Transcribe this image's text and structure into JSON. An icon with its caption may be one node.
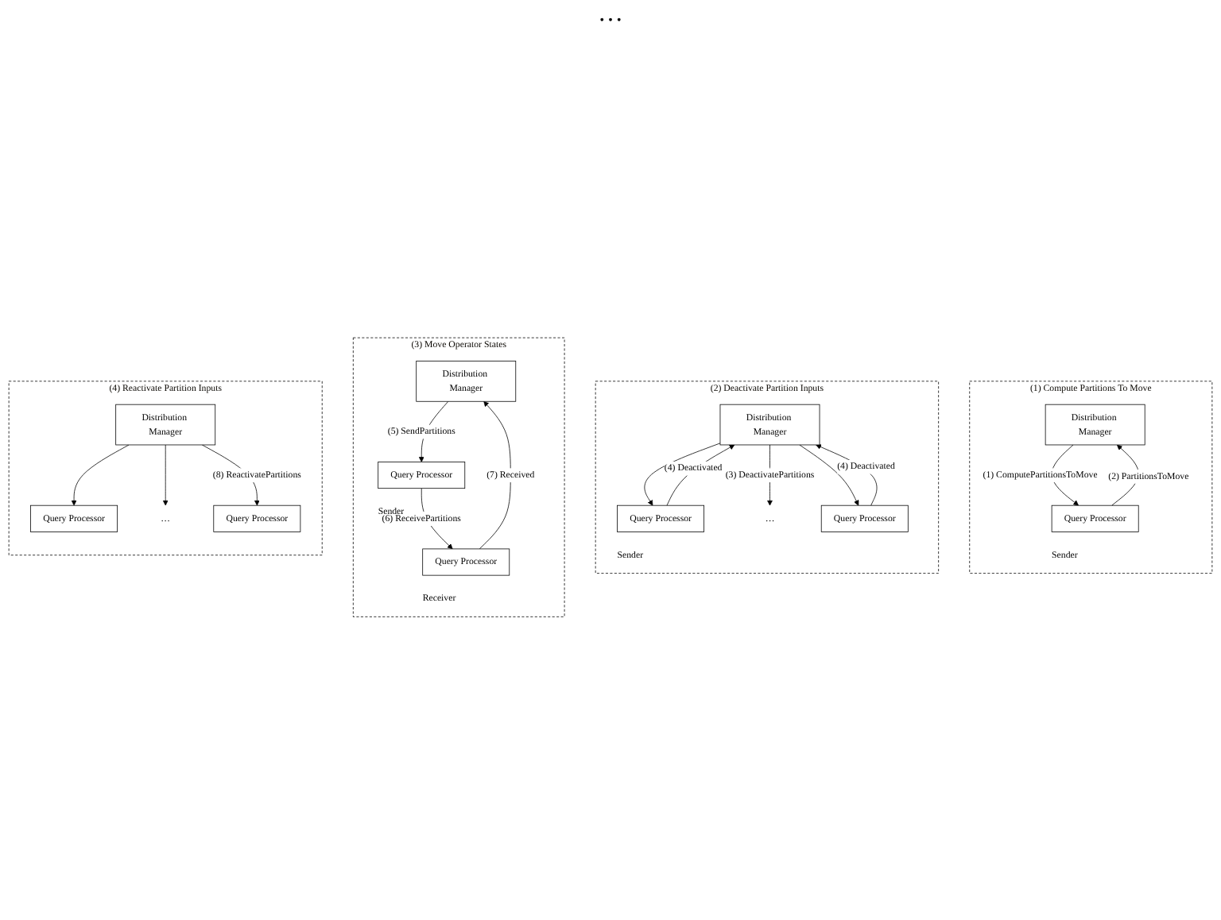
{
  "diagram": {
    "nodes": [
      {
        "text": [
          "(1) Compute Partitions To Move"
        ]
      },
      {
        "text": [
          "Distribution Manager"
        ],
        "in": 0
      },
      {
        "text": [
          "Query Processor"
        ],
        "in": 0,
        "beside": [
          "Sender"
        ]
      },
      {
        "text": [
          "(2) Deactivate Partition Inputs"
        ]
      },
      {
        "text": [
          "Distribution Manager"
        ],
        "in": 3
      },
      {
        "text": [
          "Query Processor"
        ],
        "in": 3,
        "beside": [
          "Sender"
        ]
      },
      {
        "text": [
          "…"
        ],
        "in": 3
      },
      {
        "text": [
          "Query Processor"
        ],
        "in": 3
      },
      {
        "text": [
          "(3) Move Operator States"
        ]
      },
      {
        "text": [
          "Distribution Manager"
        ],
        "in": 8
      },
      {
        "text": [
          "Query Processor"
        ],
        "in": 8,
        "beside": [
          "Sender"
        ]
      },
      {
        "text": [
          "Query Processor"
        ],
        "in": 8,
        "beside": [
          "Receiver"
        ]
      },
      {
        "text": [
          "(4) Reactivate Partition Inputs"
        ]
      },
      {
        "text": [
          "Distribution Manager"
        ],
        "in": 12
      },
      {
        "text": [
          "Query Processor"
        ],
        "in": 12
      },
      {
        "text": [
          "…"
        ],
        "in": 12
      },
      {
        "text": [
          "Query Processor"
        ],
        "in": 12
      }
    ],
    "edges": [
      {
        "from": 1,
        "to": 2,
        "arrow": "to",
        "label": "(1) ComputePartitionsToMove"
      },
      {
        "from": 2,
        "to": 1,
        "arrow": "to",
        "label": "(2) PartitionsToMove"
      },
      {
        "from": 5,
        "to": 4,
        "arrow": "to",
        "label": "(4) Deactivated"
      },
      {
        "from": 4,
        "to": 5,
        "arrow": "to"
      },
      {
        "from": 4,
        "to": 6,
        "arrow": "to",
        "label": "(3) DeactivatePartitions"
      },
      {
        "from": 4,
        "to": 7,
        "arrow": "to"
      },
      {
        "from": 7,
        "to": 4,
        "arrow": "to",
        "label": "(4) Deactivated"
      },
      {
        "from": 9,
        "to": 10,
        "arrow": "to",
        "label": "(5) SendPartitions"
      },
      {
        "from": 10,
        "to": 11,
        "arrow": "to",
        "label": "(6) ReceivePartitions"
      },
      {
        "from": 11,
        "to": 9,
        "arrow": "to",
        "label": "(7) Received"
      },
      {
        "from": 13,
        "to": 14,
        "arrow": "to"
      },
      {
        "from": 13,
        "to": 15,
        "arrow": "to"
      },
      {
        "from": 13,
        "to": 16,
        "arrow": "to",
        "label": "(8) ReactivatePartitions"
      }
    ],
    "labels": [
      "…"
    ]
  }
}
